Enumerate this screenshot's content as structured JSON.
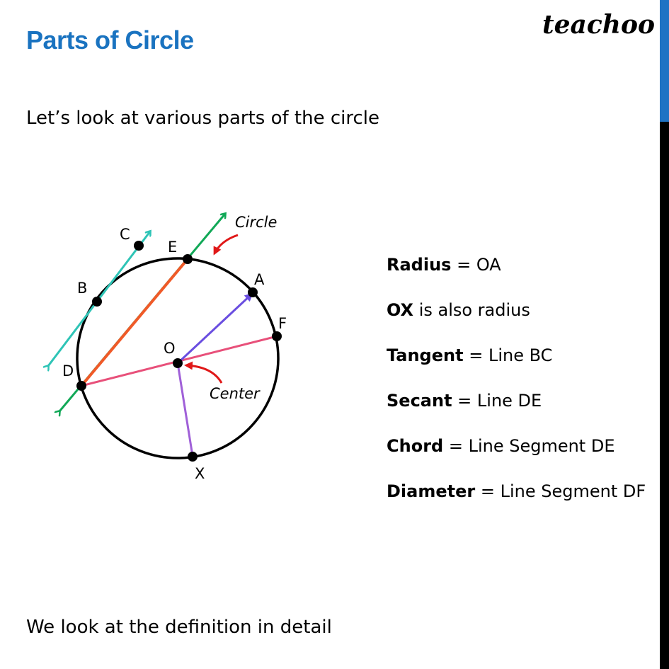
{
  "header": {
    "title": "Parts of Circle",
    "brand": "teachoo"
  },
  "intro": "Let’s look at various parts of the circle",
  "diagram": {
    "points": {
      "A": "A",
      "B": "B",
      "C": "C",
      "D": "D",
      "E": "E",
      "F": "F",
      "O": "O",
      "X": "X"
    },
    "circle_label": "Circle",
    "center_label": "Center",
    "colors": {
      "circle": "#000000",
      "tangent": "#2ec4b6",
      "secant": "#11a857",
      "chord": "#f05a28",
      "diameter": "#e8507a",
      "radius_oa": "#6a4ee0",
      "radius_ox": "#a060d8",
      "arrow": "#e01818"
    }
  },
  "definitions": [
    {
      "term": "Radius",
      "text": " = OA"
    },
    {
      "term": "OX",
      "text": " is also radius"
    },
    {
      "term": "Tangent",
      "text": " = Line BC"
    },
    {
      "term": "Secant",
      "text": " = Line DE"
    },
    {
      "term": "Chord",
      "text": " = Line Segment DE"
    },
    {
      "term": "Diameter",
      "text": " = Line Segment DF"
    }
  ],
  "footer": "We look at the definition in detail"
}
